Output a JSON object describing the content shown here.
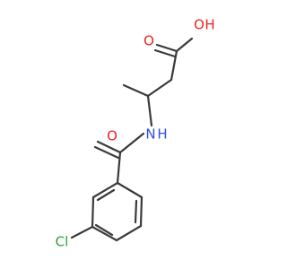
{
  "molecule": {
    "labels": {
      "oxygen_hydroxyl": "O",
      "hydrogen_hydroxyl": "H",
      "oxygen_carbonyl_acid": "O",
      "nitrogen": "N",
      "hydrogen_amide": "H",
      "oxygen_carbonyl_amide": "O",
      "chlorine": "Cl"
    },
    "colors": {
      "bond": "#3a3a3a",
      "oxygen": "#e8231f",
      "nitrogen": "#2f4fd8",
      "chlorine": "#2e9e3a"
    }
  }
}
